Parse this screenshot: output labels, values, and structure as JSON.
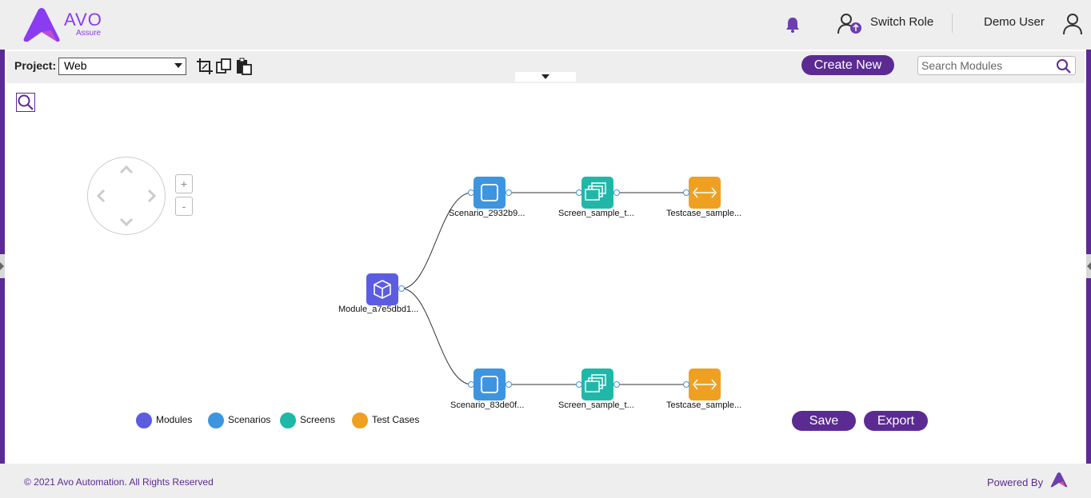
{
  "header": {
    "logo_text": "AVO",
    "logo_sub": "Assure",
    "switch_role_label": "Switch Role",
    "user_label": "Demo User"
  },
  "toolbar": {
    "project_label": "Project:",
    "project_value": "Web",
    "create_new_label": "Create New",
    "search_placeholder": "Search Modules"
  },
  "canvas": {
    "zoom_in_label": "+",
    "zoom_out_label": "-",
    "nodes": {
      "module": {
        "label": "Module_a7e5dbd1...",
        "type": "module"
      },
      "scenario_1": {
        "label": "Scenario_2932b9...",
        "type": "scenario"
      },
      "scenario_2": {
        "label": "Scenario_83de0f...",
        "type": "scenario"
      },
      "screen_1": {
        "label": "Screen_sample_t...",
        "type": "screen"
      },
      "screen_2": {
        "label": "Screen_sample_t...",
        "type": "screen"
      },
      "testcase_1": {
        "label": "Testcase_sample...",
        "type": "testcase"
      },
      "testcase_2": {
        "label": "Testcase_sample...",
        "type": "testcase"
      }
    }
  },
  "legend": {
    "modules": "Modules",
    "scenarios": "Scenarios",
    "screens": "Screens",
    "testcases": "Test Cases"
  },
  "actions": {
    "save_label": "Save",
    "export_label": "Export"
  },
  "footer": {
    "copyright": "© 2021 Avo Automation. All Rights Reserved",
    "powered_by": "Powered By"
  },
  "colors": {
    "brand": "#5b2b93",
    "module": "#5c5ce0",
    "scenario": "#3d95e0",
    "screen": "#1fb8a8",
    "testcase": "#f0a020"
  },
  "icons": {
    "bell": "bell-icon",
    "switch_role": "switch-role-icon",
    "user": "user-icon",
    "crop": "crop-icon",
    "copy": "copy-icon",
    "paste": "paste-icon",
    "search": "search-icon"
  }
}
